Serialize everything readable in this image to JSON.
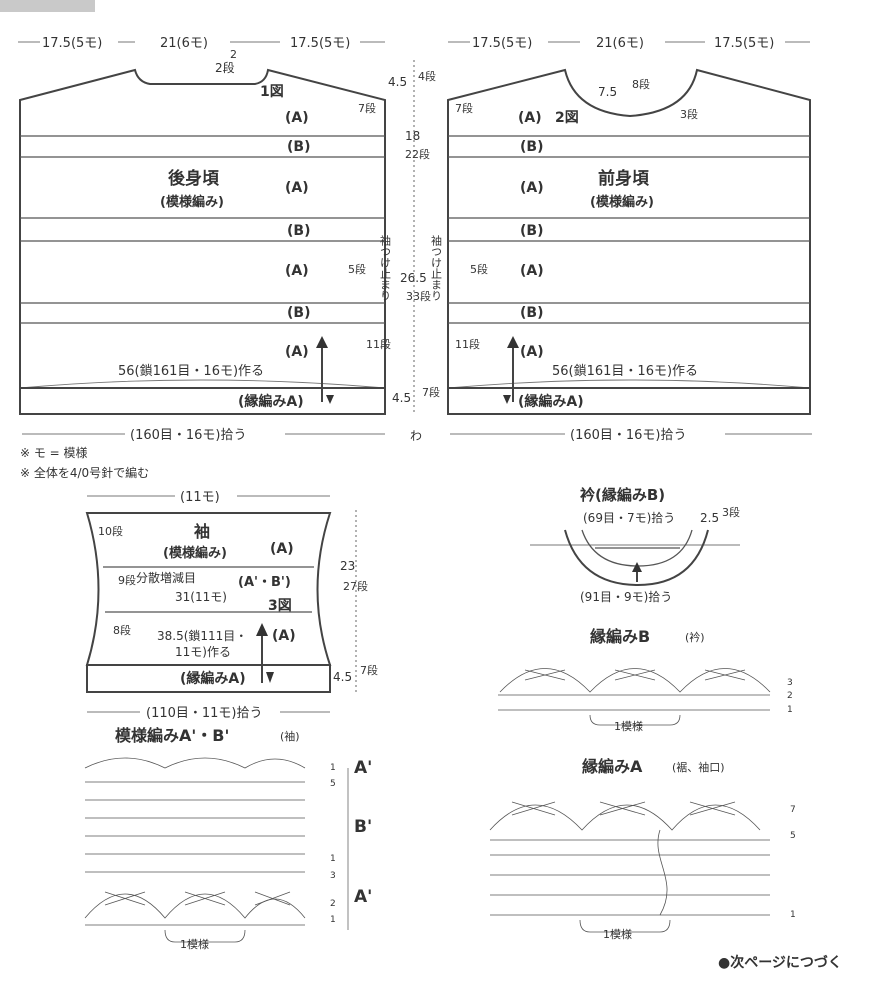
{
  "top_dims": {
    "left": "17.5(5モ)",
    "mid": "21(6モ)",
    "right": "17.5(5モ)"
  },
  "back": {
    "fig": "1図",
    "title": "後身頃",
    "subtitle": "(模様編み)",
    "neck_rows": "2段",
    "neck_dim": "2",
    "bands": [
      "(A)",
      "(B)",
      "(A)",
      "(B)",
      "(A)",
      "(B)",
      "(A)"
    ],
    "chain": "56(鎖161目・16モ)作る",
    "border": "(縁編みA)",
    "pickup": "(160目・16モ)拾う",
    "rows_7": "7段",
    "rows_5": "5段",
    "rows_11": "11段"
  },
  "front": {
    "fig": "2図",
    "title": "前身頃",
    "subtitle": "(模様編み)",
    "neck_depth": "7.5",
    "neck_rows8": "8段",
    "neck_rows3": "3段",
    "bands": [
      "(A)",
      "(B)",
      "(A)",
      "(B)",
      "(A)",
      "(B)",
      "(A)"
    ],
    "chain": "56(鎖161目・16モ)作る",
    "border": "(縁編みA)",
    "pickup": "(160目・16モ)拾う",
    "rows_7": "7段",
    "rows_5": "5段",
    "rows_11": "11段"
  },
  "middle": {
    "v45a": "4.5",
    "r4": "4段",
    "v18": "18",
    "r22": "22段",
    "armhole": "袖つけ止まり",
    "v265": "26.5",
    "r33": "33段",
    "v45b": "4.5",
    "r7": "7段",
    "wa": "わ"
  },
  "notes": [
    "※ モ = 模様",
    "※ 全体を4/0号針で編む"
  ],
  "sleeve": {
    "top": "(11モ)",
    "title": "袖",
    "subtitle": "(模様編み)",
    "band_a": "(A)",
    "band_ab": "(A'・B')",
    "fig": "3図",
    "r10": "10段",
    "r9": "9段",
    "dist": "分散増減目",
    "w31": "31(11モ)",
    "r8": "8段",
    "chain1": "38.5(鎖111目・",
    "chain2": "11モ)作る",
    "band_a2": "(A)",
    "border": "(縁編みA)",
    "h23": "23",
    "r27": "27段",
    "h45": "4.5",
    "r7": "7段",
    "pickup": "(110目・11モ)拾う"
  },
  "collar": {
    "title": "衿(縁編みB)",
    "top": "(69目・7モ)拾う",
    "dim": "2.5",
    "rows": "3段",
    "bottom": "(91目・9モ)拾う"
  },
  "chart_b": {
    "title": "縁編みB",
    "sub": "(衿)",
    "rows": [
      "3",
      "2",
      "1"
    ],
    "repeat": "1模様"
  },
  "chart_a": {
    "title": "縁編みA",
    "sub": "(裾、袖口)",
    "rows": [
      "7",
      "5",
      "1"
    ],
    "repeat": "1模様"
  },
  "chart_ab": {
    "title": "模様編みA'・B'",
    "sub": "(袖)",
    "rows": [
      "1",
      "5",
      "1",
      "3",
      "2",
      "1"
    ],
    "labels": [
      "A'",
      "B'",
      "A'"
    ],
    "repeat": "1模様"
  },
  "footer": "●次ページにつづく"
}
